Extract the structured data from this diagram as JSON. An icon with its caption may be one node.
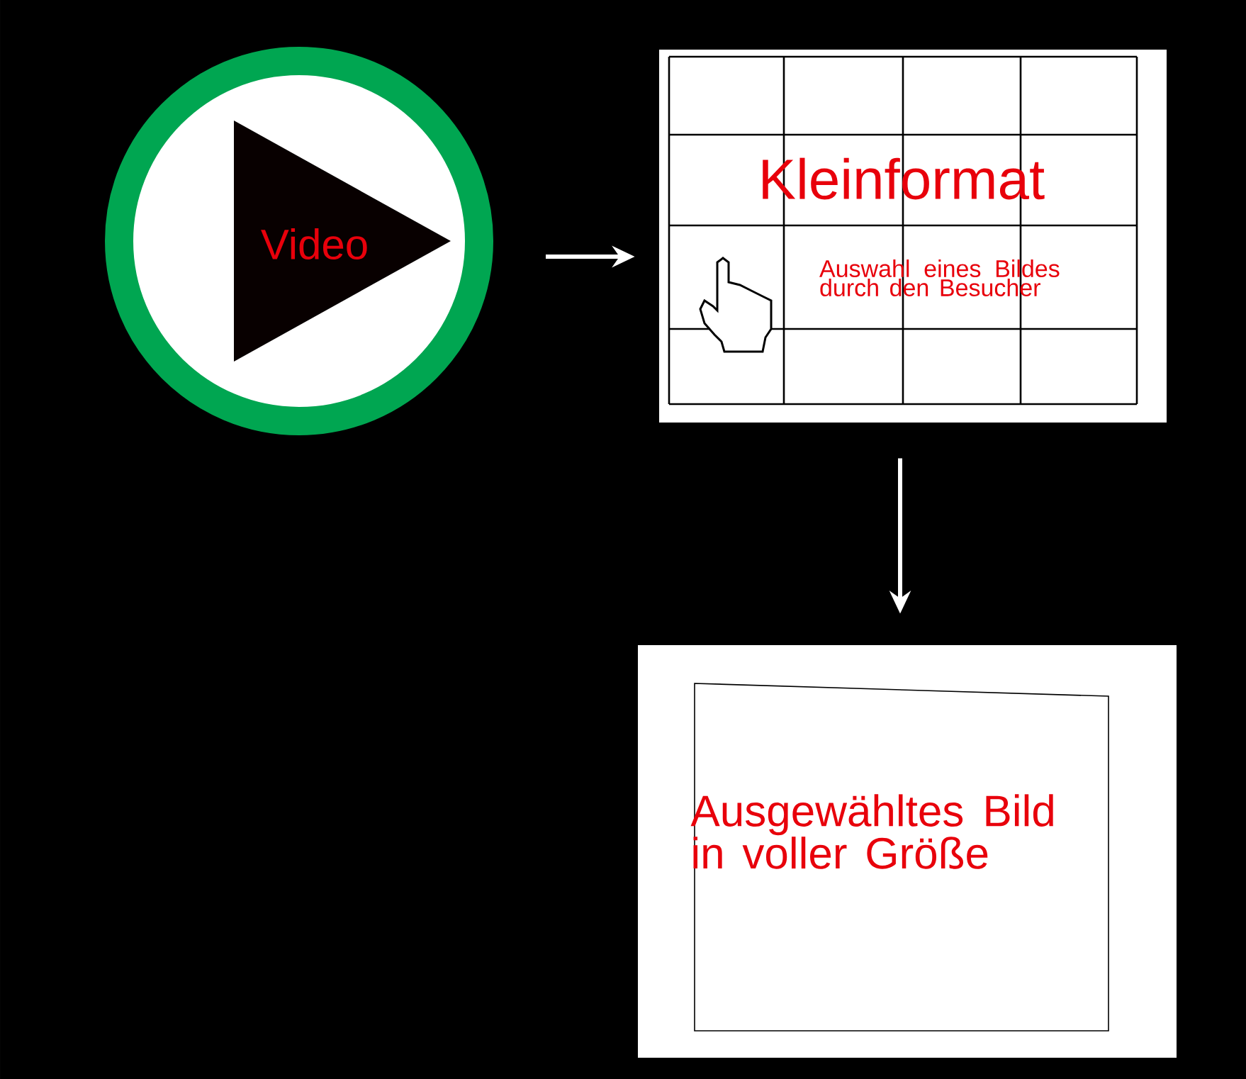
{
  "diagram": {
    "nodes": [
      {
        "text": [
          "Video"
        ]
      },
      {
        "text": [
          "Kleinformat",
          "Auswahl eines Bildes durch den Besucher"
        ]
      },
      {
        "text": [
          "Ausgewähltes Bild in voller Größe"
        ]
      }
    ],
    "edges": [
      {
        "from": 0,
        "to": 1,
        "arrow": "to"
      },
      {
        "from": 1,
        "to": 2,
        "arrow": "to"
      }
    ]
  }
}
